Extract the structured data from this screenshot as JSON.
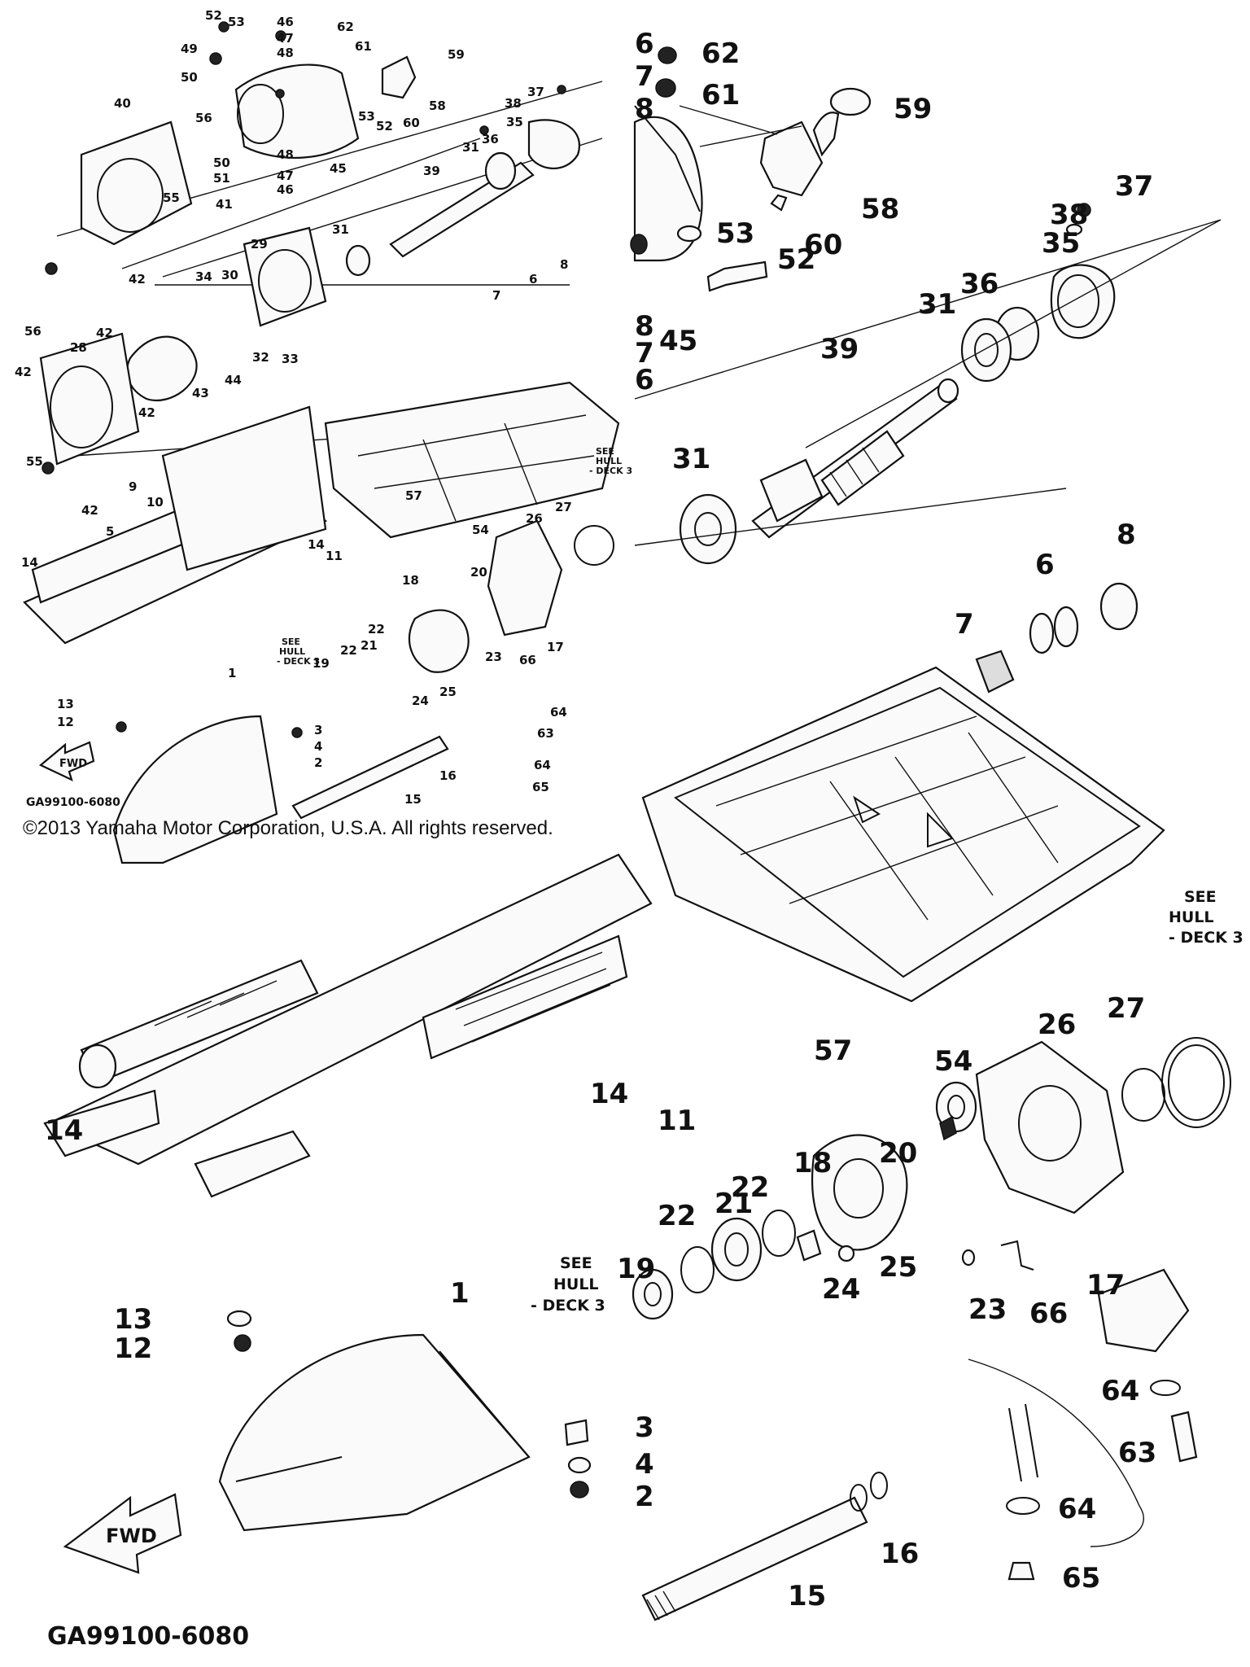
{
  "diagram_code": "GA99100-6080",
  "copyright": "©2013 Yamaha Motor Corporation, U.S.A. All rights reserved.",
  "fwd_label": "FWD",
  "see_note": {
    "line1": "SEE",
    "line2": "HULL",
    "line3": "- DECK 3"
  },
  "thumb_labels": [
    "52",
    "53",
    "46",
    "62",
    "49",
    "47",
    "61",
    "48",
    "59",
    "50",
    "40",
    "56",
    "53",
    "58",
    "60",
    "52",
    "37",
    "38",
    "35",
    "48",
    "50",
    "45",
    "51",
    "47",
    "46",
    "31",
    "36",
    "55",
    "41",
    "39",
    "31",
    "42",
    "29",
    "30",
    "34",
    "8",
    "6",
    "7",
    "56",
    "42",
    "28",
    "32",
    "33",
    "44",
    "42",
    "43",
    "42",
    "55",
    "42",
    "57",
    "9",
    "10",
    "5",
    "26",
    "27",
    "54",
    "14",
    "14",
    "11",
    "20",
    "18",
    "22",
    "21",
    "22",
    "19",
    "23",
    "66",
    "17",
    "24",
    "25",
    "13",
    "12",
    "64",
    "63",
    "3",
    "4",
    "2",
    "16",
    "64",
    "15",
    "65",
    "1"
  ],
  "main_labels": [
    "6",
    "62",
    "7",
    "61",
    "8",
    "59",
    "58",
    "60",
    "53",
    "52",
    "8",
    "7",
    "6",
    "45",
    "37",
    "38",
    "35",
    "36",
    "31",
    "39",
    "31",
    "6",
    "8",
    "7",
    "57",
    "27",
    "26",
    "54",
    "14",
    "14",
    "11",
    "18",
    "20",
    "22",
    "21",
    "22",
    "19",
    "23",
    "66",
    "17",
    "24",
    "25",
    "13",
    "12",
    "3",
    "4",
    "2",
    "64",
    "63",
    "64",
    "16",
    "15",
    "65",
    "1"
  ]
}
